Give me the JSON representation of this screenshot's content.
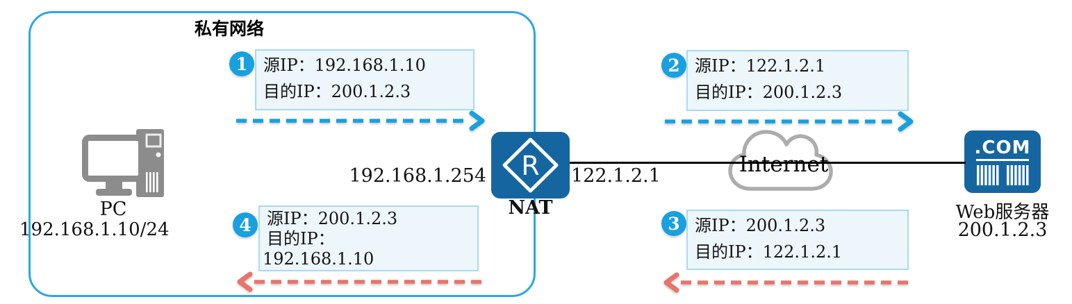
{
  "colors": {
    "network_border": "#29A8E0",
    "accent_blue": "#18A0DF",
    "arrow_red": "#E8746B",
    "device_blue": "#1566A0",
    "device_gray": "#8C8C8C",
    "cloud_gray": "#ACACAC",
    "packet_box_border": "#A9D9F1",
    "packet_box_fill": "#EDF6FB"
  },
  "private_network": {
    "label": "私有网络"
  },
  "pc": {
    "label": "PC",
    "ip": "192.168.1.10/24"
  },
  "nat": {
    "label": "NAT",
    "router_letter": "R",
    "inside_ip": "192.168.1.254",
    "outside_ip": "122.1.2.1"
  },
  "internet": {
    "label": "Internet"
  },
  "web_server": {
    "icon_text": ".COM",
    "label": "Web服务器",
    "ip": "200.1.2.3"
  },
  "packets": [
    {
      "badge": "1",
      "lines": [
        "源IP：192.168.1.10",
        "目的IP：200.1.2.3"
      ]
    },
    {
      "badge": "2",
      "lines": [
        "源IP：122.1.2.1",
        "目的IP：200.1.2.3"
      ]
    },
    {
      "badge": "3",
      "lines": [
        "源IP：200.1.2.3",
        "目的IP：122.1.2.1"
      ]
    },
    {
      "badge": "4",
      "lines": [
        "源IP：200.1.2.3",
        "目的IP：",
        "192.168.1.10"
      ]
    }
  ]
}
